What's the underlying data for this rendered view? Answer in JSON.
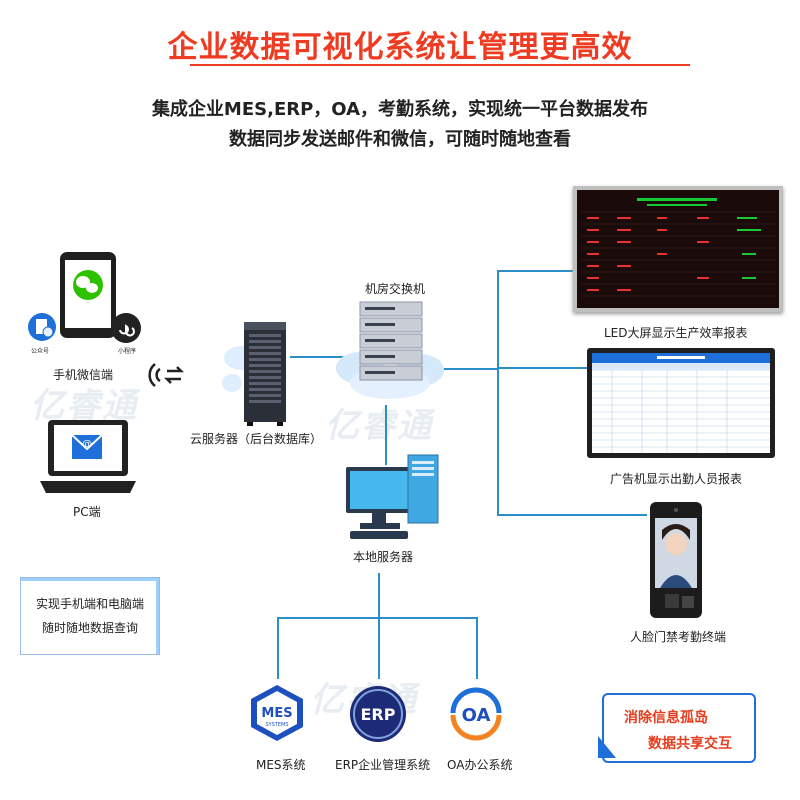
{
  "header": {
    "title": "企业数据可视化系统让管理更高效",
    "subtitle_line1": "集成企业MES,ERP，OA，考勤系统，实现统一平台数据发布",
    "subtitle_line2": "数据同步发送邮件和微信，可随时随地查看"
  },
  "left": {
    "mobile_label": "手机微信端",
    "pc_label": "PC端",
    "mini_icon_labels": [
      "公众号",
      "小程序"
    ],
    "query_box": {
      "line1": "实现手机端和电脑端",
      "line2": "随时随地数据查询"
    }
  },
  "center": {
    "switch_label": "机房交换机",
    "cloud_server_label": "云服务器（后台数据库）",
    "local_server_label": "本地服务器"
  },
  "right": {
    "led_label": "LED大屏显示生产效率报表",
    "ad_label": "广告机显示出勤人员报表",
    "face_label": "人脸门禁考勤终端"
  },
  "bottom": {
    "mes_label": "MES系统",
    "erp_label": "ERP企业管理系统",
    "oa_label": "OA办公系统",
    "mes_logo_text": "MES",
    "mes_logo_sub": "SYSTEMS",
    "erp_logo_text": "ERP",
    "oa_logo_text": "OA"
  },
  "promo": {
    "line1": "消除信息孤岛",
    "line2": "数据共享交互"
  },
  "watermark": "亿睿通",
  "colors": {
    "title": "#ee3b22",
    "line": "#2a8fc8",
    "accent_blue": "#1e6fd9",
    "wechat_green": "#2dc100"
  }
}
